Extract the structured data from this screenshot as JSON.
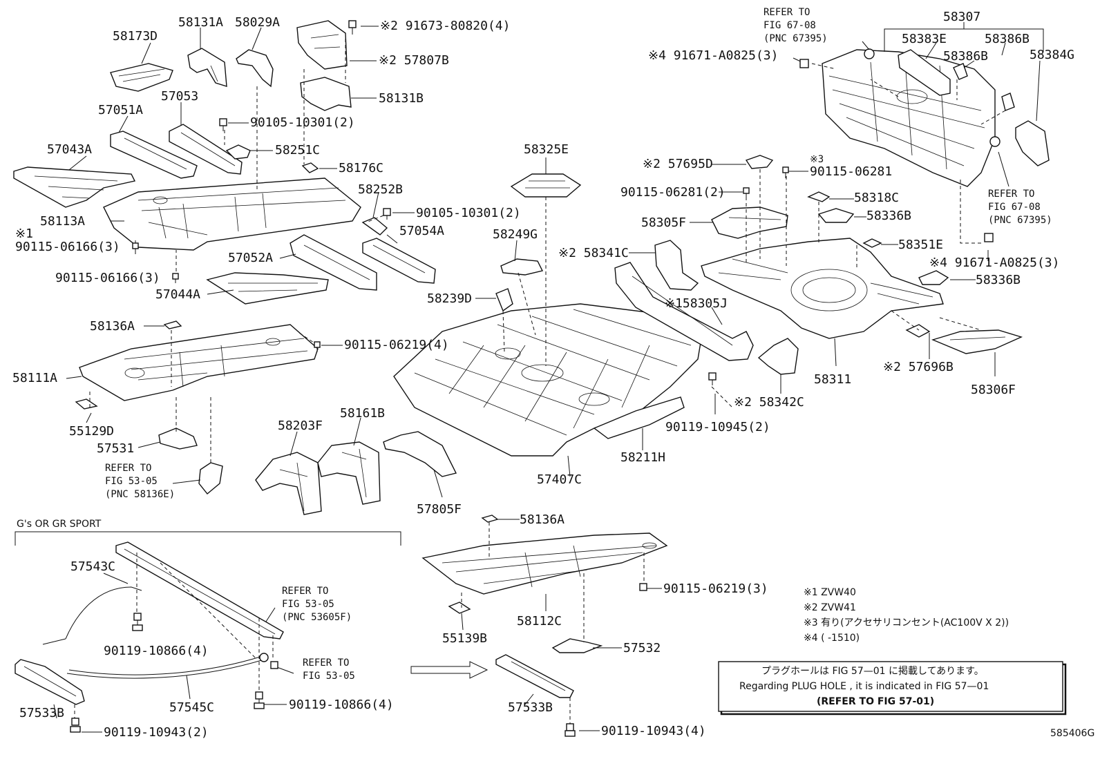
{
  "labels": {
    "l58173D": "58173D",
    "l58131A": "58131A",
    "l58029A": "58029A",
    "l91673": "※2 91673-80820(4)",
    "l57807B": "※2 57807B",
    "l58131B": "58131B",
    "l57053": "57053",
    "l57051A": "57051A",
    "l90105a": "90105-10301(2)",
    "l57043A": "57043A",
    "l58251C": "58251C",
    "l58176C": "58176C",
    "l58252B": "58252B",
    "l90105b": "90105-10301(2)",
    "l58113A": "58113A",
    "l57054A": "57054A",
    "l9011506166a": "90115-06166(3)",
    "l57052A": "57052A",
    "l9011506166b": "90115-06166(3)",
    "l57044A": "57044A",
    "l58136A": "58136A",
    "l9011506219a": "90115-06219(4)",
    "l58111A": "58111A",
    "l55129D": "55129D",
    "l57531": "57531",
    "l58203F": "58203F",
    "l58161B": "58161B",
    "l57805F": "57805F",
    "l58325E": "58325E",
    "l58249G": "58249G",
    "l58239D": "58239D",
    "l57407C": "57407C",
    "l58211H": "58211H",
    "l57695D": "※2 57695D",
    "l9011506281a": "90115-06281",
    "l9011506281b": "90115-06281(2)",
    "l58305F": "58305F",
    "l58341C": "※2 58341C",
    "l58305J": "※158305J",
    "l58342C": "※2 58342C",
    "l9011910945": "90119-10945(2)",
    "l58318C": "58318C",
    "l58336Ba": "58336B",
    "l58351E": "58351E",
    "l91671b": "※4 91671-A0825(3)",
    "l58336Bb": "58336B",
    "l58311": "58311",
    "l57696B": "※2 57696B",
    "l58306F": "58306F",
    "l91671a": "※4 91671-A0825(3)",
    "l58307": "58307",
    "l58383E": "58383E",
    "l58386Ba": "58386B",
    "l58386Bb": "58386B",
    "l58384G": "58384G",
    "l57543C": "57543C",
    "l9011910866a": "90119-10866(4)",
    "l57533Ba": "57533B",
    "l57545C": "57545C",
    "l9011910866b": "90119-10866(4)",
    "l9011910943a": "90119-10943(2)",
    "l58136Ab": "58136A",
    "l9011506219b": "90115-06219(3)",
    "l55139B": "55139B",
    "l58112C": "58112C",
    "l57532": "57532",
    "l57533Bb": "57533B",
    "l9011910943b": "90119-10943(4)",
    "code": "585406G"
  },
  "refs": {
    "fig5305a": [
      "REFER TO",
      "FIG 53-05",
      "(PNC 58136E)"
    ],
    "fig6708a": [
      "REFER TO",
      "FIG 67-08",
      "(PNC 67395)"
    ],
    "fig6708b": [
      "REFER TO",
      "FIG 67-08",
      "(PNC 67395)"
    ],
    "fig5305b": [
      "REFER TO",
      "FIG 53-05",
      "(PNC 53605F)"
    ],
    "fig5305c": [
      "REFER TO",
      "FIG 53-05"
    ],
    "x1": "※1"
  },
  "section_title": "G's OR GR SPORT",
  "notes": {
    "n1": "※1 ZVW40",
    "n2": "※2 ZVW41",
    "n3": "※3 有り(アクセサリコンセント(AC100V X 2))",
    "n4": "※4 (      -1510)",
    "x3": "※3"
  },
  "box": {
    "line1": "プラグホールは FIG 57—01 に掲載してあります。",
    "line2": "Regarding  PLUG  HOLE , it is indicated in FIG  57—01",
    "line3": "(REFER  TO  FIG  57-01)"
  }
}
